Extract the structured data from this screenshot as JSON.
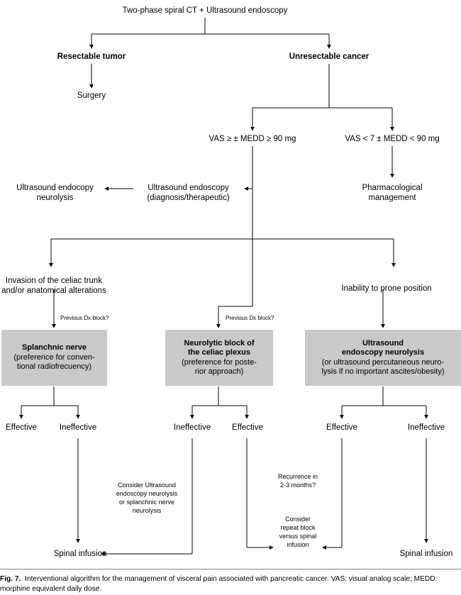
{
  "figure": {
    "label": "Fig. 7.",
    "caption": "Interventional algorithm for the management of visceral pain associated with pancreatic cancer. VAS: visual analog scale; MEDD: morphine equivalent daily dose.",
    "type": "flowchart",
    "line_color": "#000000",
    "box_fill": "#c9c9c9",
    "background": "#ffffff"
  },
  "nodes": {
    "root": "Two-phase spiral CT + Ultrasound endoscopy",
    "resectable": "Resectable tumor",
    "unresectable": "Unresectable cancer",
    "surgery": "Surgery",
    "vas_high": "VAS ≥ ± MEDD ≥ 90 mg",
    "vas_low": "VAS < 7 ± MEDD < 90 mg",
    "us_endoscopy_line1": "Ultrasound endoscopy",
    "us_endoscopy_line2": "(diagnosis/therapeutic)",
    "us_endocopy_neuro_line1": "Ultrasound endocopy",
    "us_endocopy_neuro_line2": "neurolysis",
    "pharm_line1": "Pharmacological",
    "pharm_line2": "management",
    "invasion_line1": "Invasion of the celiac trunk",
    "invasion_line2": "and/or anatomical alterations",
    "inability": "Inability to prone position",
    "prev_dx_left": "Previous Dx block?",
    "prev_dx_mid": "Previous Dx block?"
  },
  "boxes": [
    {
      "id": "splanchnic",
      "head": "Splanchnic nerve",
      "sub": [
        "(preference for conven-",
        "tional radiofrecuency)"
      ]
    },
    {
      "id": "neurolytic",
      "head": [
        "Neurolytic block of",
        "the celiac plexus"
      ],
      "sub": [
        "(preference for poste-",
        "rior approach)"
      ]
    },
    {
      "id": "usneurolysis",
      "head": [
        "Ultrasound",
        "endoscopy neurolysis"
      ],
      "sub": [
        "(or ultrasound percutaneous neuro-",
        "lysis if no important ascites/obesity)"
      ]
    }
  ],
  "outcomes": {
    "left_effective": "Effective",
    "left_ineffective": "Ineffective",
    "mid_ineffective": "Ineffective",
    "mid_effective": "Effective",
    "right_effective": "Effective",
    "right_ineffective": "Ineffective"
  },
  "annotations": {
    "consider_us": [
      "Consider Ultrasound",
      "endoscopy neurolysis",
      "or splanchnic nerve",
      "neurolysis"
    ],
    "recurrence": [
      "Recurrence in",
      "2-3 months?"
    ],
    "repeat_block": [
      "Consider",
      "repeat block",
      "versus spinal",
      "infusion"
    ]
  },
  "terminals": {
    "spinal_left": "Spinal infusion",
    "spinal_right": "Spinal infusion"
  }
}
